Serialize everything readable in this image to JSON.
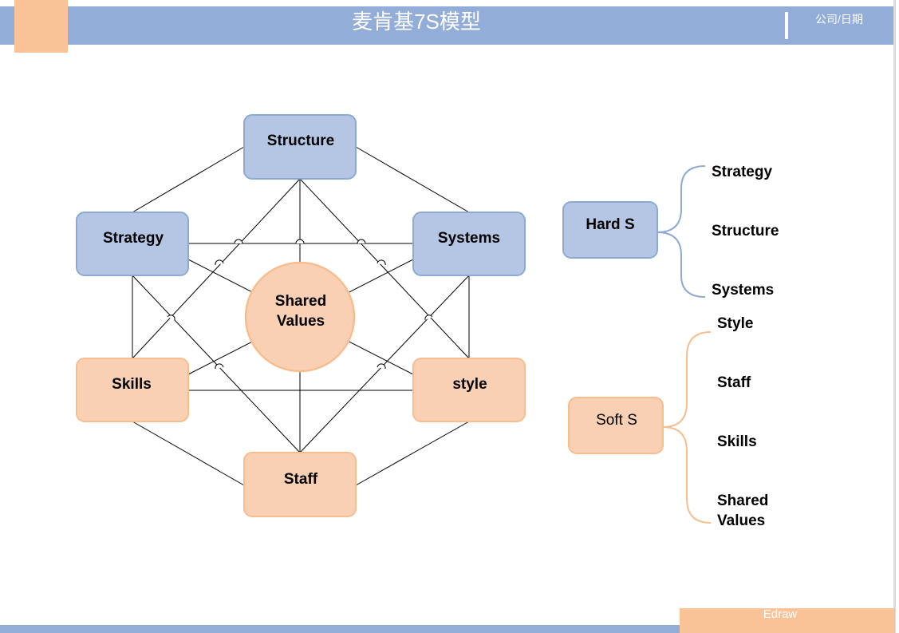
{
  "header": {
    "title": "麦肯基7S模型",
    "company_date": "公司/日期"
  },
  "footer": {
    "brand": "Edraw"
  },
  "colors": {
    "header_blue": "#92add7",
    "accent_orange": "#f9c397",
    "hard_fill": "#b4c6e4",
    "hard_stroke": "#8ea9d1",
    "soft_fill": "#f9d0b3",
    "soft_stroke": "#f7bd8f"
  },
  "diagram": {
    "structure": "Structure",
    "strategy": "Strategy",
    "systems": "Systems",
    "shared_values_line1": "Shared",
    "shared_values_line2": "Values",
    "skills": "Skills",
    "style": "style",
    "staff": "Staff"
  },
  "hard_s": {
    "label": "Hard S",
    "items": [
      "Strategy",
      "Structure",
      "Systems"
    ]
  },
  "soft_s": {
    "label": "Soft S",
    "items": [
      "Style",
      "Staff",
      "Skills"
    ],
    "shared_values_line1": "Shared",
    "shared_values_line2": "Values"
  }
}
